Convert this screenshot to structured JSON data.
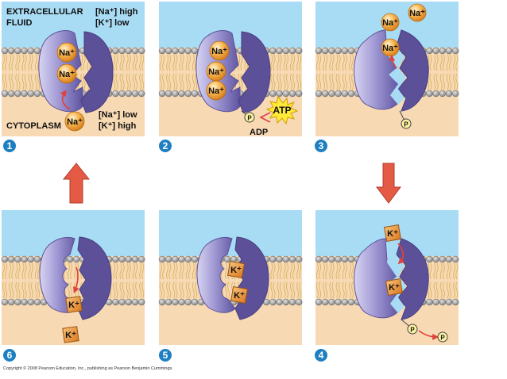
{
  "labels": {
    "extracellular_line1": "EXTRACELLULAR",
    "extracellular_line2": "FLUID",
    "na_high": "[Na⁺] high",
    "k_low": "[K⁺] low",
    "na_low": "[Na⁺] low",
    "k_high": "[K⁺] high",
    "cytoplasm": "CYTOPLASM",
    "atp": "ATP",
    "adp": "ADP"
  },
  "ions": {
    "sodium": "Na⁺",
    "potassium": "K⁺",
    "phosphate": "P"
  },
  "steps": {
    "s1": "1",
    "s2": "2",
    "s3": "3",
    "s4": "4",
    "s5": "5",
    "s6": "6"
  },
  "copyright": "Copyright © 2008 Pearson Education, Inc., publishing as Pearson Benjamin Cummings.",
  "colors": {
    "extracellular": "#a8dcf4",
    "cytoplasm": "#f7d9b4",
    "protein_light": "#b9b4e0",
    "protein_dark": "#5c5199",
    "sodium_ion": "#f5a640",
    "potassium_ion": "#ec9a3e",
    "phosphate": "#fbf2a2",
    "atp_burst": "#ffea3a",
    "arrow": "#e45a45",
    "step_circle": "#1e7fc1",
    "lipid_head": "#9c9c9c"
  }
}
